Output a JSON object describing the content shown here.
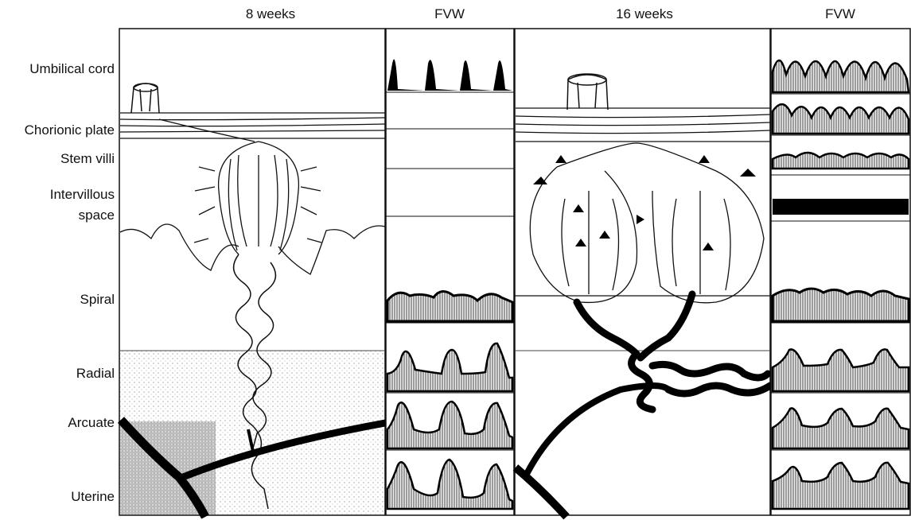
{
  "column_titles": {
    "left": "8 weeks",
    "left_fvw": "FVW",
    "right": "16 weeks",
    "right_fvw": "FVW"
  },
  "row_labels": {
    "umbilical_cord": "Umbilical cord",
    "chorionic_plate": "Chorionic plate",
    "stem_villi": "Stem villi",
    "intervillous_space": "Intervillous\nspace",
    "spiral": "Spiral",
    "radial": "Radial",
    "arcuate": "Arcuate",
    "uterine": "Uterine"
  }
}
